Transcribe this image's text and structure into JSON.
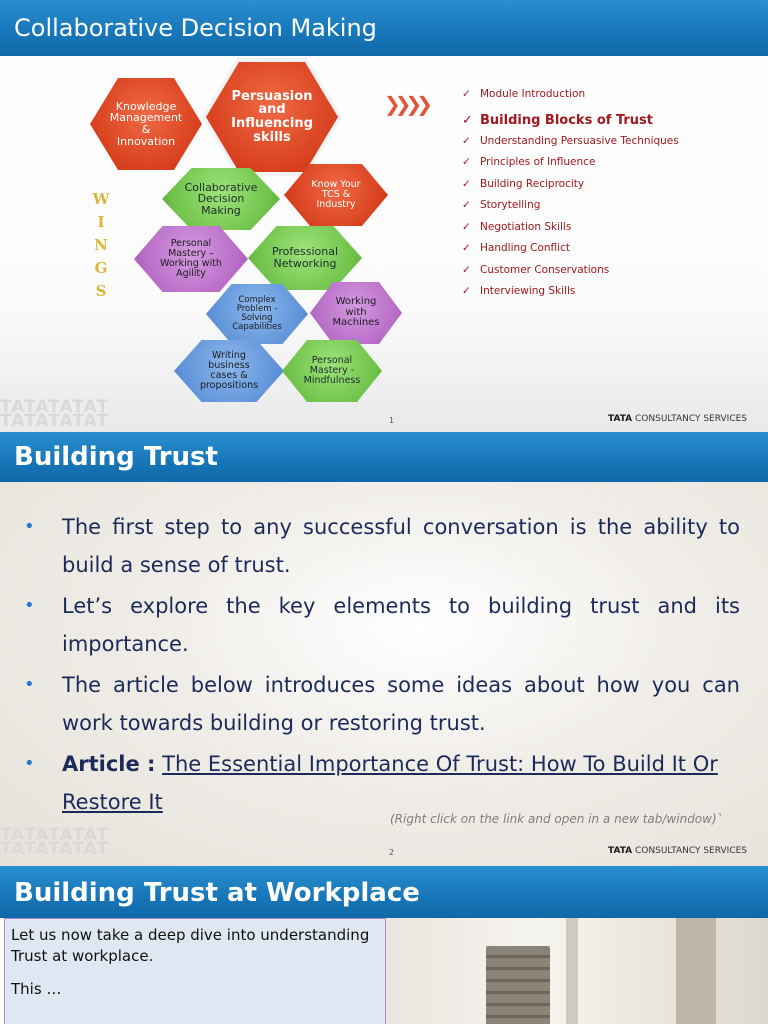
{
  "slide1": {
    "title": "Collaborative Decision Making",
    "hexagons": {
      "knowledge": [
        "Knowledge",
        "Management",
        "&",
        "Innovation"
      ],
      "persuasion": [
        "Persuasion",
        "and",
        "Influencing",
        "skills"
      ],
      "collab": [
        "Collaborative",
        "Decision",
        "Making"
      ],
      "knowtcs": [
        "Know Your",
        "TCS &",
        "Industry"
      ],
      "personal_agility": [
        "Personal",
        "Mastery –",
        "Working with",
        "Agility"
      ],
      "networking": [
        "Professional",
        "Networking"
      ],
      "complex": [
        "Complex",
        "Problem -",
        "Solving",
        "Capabilities"
      ],
      "machines": [
        "Working",
        "with",
        "Machines"
      ],
      "writing": [
        "Writing",
        "business",
        "cases &",
        "propositions"
      ],
      "mindfulness": [
        "Personal",
        "Mastery -",
        "Mindfulness"
      ]
    },
    "wings": [
      "W",
      "I",
      "N",
      "G",
      "S"
    ],
    "arrows": "❯❯❯❯",
    "check": "✓",
    "modules": [
      "Module Introduction",
      "Building Blocks of Trust",
      "Understanding Persuasive Techniques",
      "Principles of Influence",
      "Building Reciprocity",
      "Storytelling",
      "Negotiation Skills",
      "Handling Conflict",
      "Customer Conservations",
      "Interviewing Skills"
    ],
    "page_number": "1",
    "watermark": "TATATATAT",
    "footer_brand_bold": "TATA",
    "footer_brand_rest": "CONSULTANCY SERVICES"
  },
  "slide2": {
    "title": "Building Trust",
    "bullets": [
      "The first step to any successful conversation is the ability to build a sense of trust.",
      "Let’s explore the key elements to building trust and its importance.",
      "The article below introduces some ideas about how you can work towards building or restoring trust."
    ],
    "article_label": "Article :",
    "article_link": "The Essential Importance Of Trust: How To Build It Or Restore It",
    "note": "(Right click on the link and open in a new tab/window)`",
    "page_number": "2",
    "watermark": "TATATATAT",
    "footer_brand_bold": "TATA",
    "footer_brand_rest": "CONSULTANCY SERVICES"
  },
  "slide3": {
    "title": "Building Trust at Workplace",
    "para1": "Let us now take a deep dive into understanding Trust at workplace.",
    "para2": "This …"
  },
  "colors": {
    "title_bar": "#1776b8",
    "red": "#d8401e",
    "green": "#6fc24a",
    "purple": "#b66cc6",
    "blue": "#5f94da",
    "module_text": "#a3181c",
    "body_text": "#1c2a5a"
  }
}
